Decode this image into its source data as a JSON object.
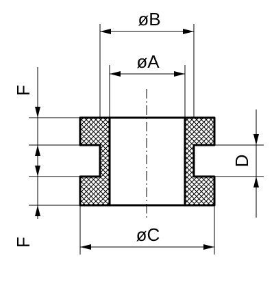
{
  "labels": {
    "dia_b": "øB",
    "dia_a": "øA",
    "dia_c": "øC",
    "dim_d": "D",
    "dim_f_top": "F",
    "dim_f_bottom": "F"
  }
}
